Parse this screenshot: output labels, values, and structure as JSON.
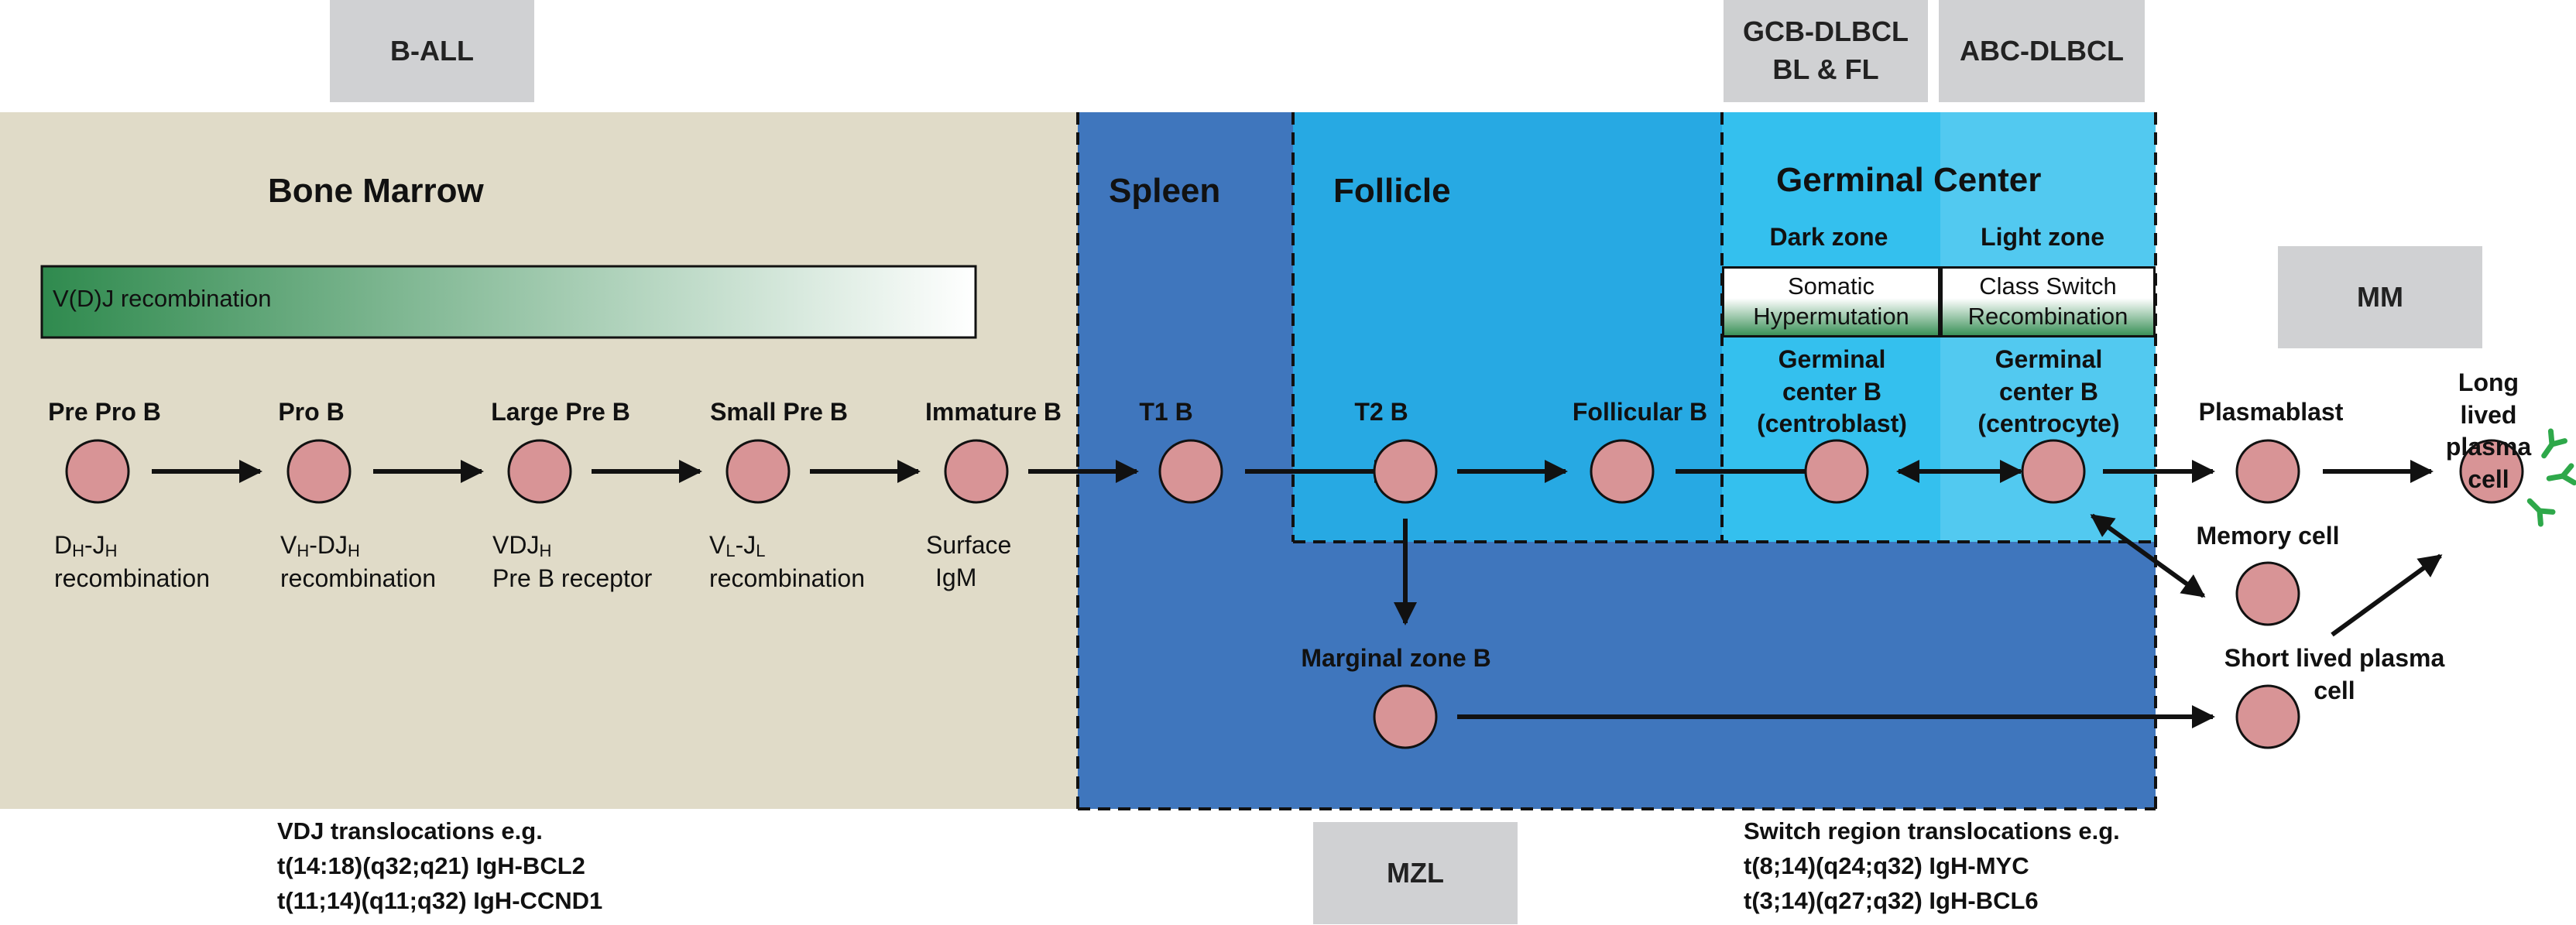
{
  "top_boxes": {
    "ball": "B-ALL",
    "gcb": "GCB-DLBCL\nBL & FL",
    "abc": "ABC-DLBCL"
  },
  "side_boxes": {
    "mm": "MM",
    "mzl": "MZL"
  },
  "regions": {
    "bone_marrow": "Bone Marrow",
    "spleen": "Spleen",
    "follicle": "Follicle",
    "germinal_center": "Germinal Center",
    "dark_zone": "Dark zone",
    "light_zone": "Light zone"
  },
  "processes": {
    "vdj": "V(D)J recombination",
    "shm": "Somatic\nHypermutation",
    "csr": "Class Switch\nRecombination"
  },
  "cells": {
    "prepro": "Pre Pro B",
    "pro": "Pro B",
    "large_pre": "Large Pre B",
    "small_pre": "Small Pre B",
    "immature": "Immature B",
    "t1": "T1 B",
    "t2": "T2 B",
    "follicular": "Follicular B",
    "gc_centroblast": "Germinal\ncenter B\n(centroblast)",
    "gc_centrocyte": "Germinal\ncenter B\n(centrocyte)",
    "plasmablast": "Plasmablast",
    "long_lived": "Long lived\nplasma cell",
    "memory": "Memory cell",
    "short_lived": "Short lived plasma cell",
    "marginal": "Marginal zone B"
  },
  "sublabels": {
    "prepro": {
      "l1_a": "D",
      "l1_a_sub": "H",
      "l1_b": "-J",
      "l1_b_sub": "H",
      "l2": "recombination"
    },
    "pro": {
      "l1_a": "V",
      "l1_a_sub": "H",
      "l1_b": "-DJ",
      "l1_b_sub": "H",
      "l2": "recombination"
    },
    "large_pre": {
      "l1_a": "VDJ",
      "l1_a_sub": "H",
      "l2": "Pre B receptor"
    },
    "small_pre": {
      "l1_a": "V",
      "l1_a_sub": "L",
      "l1_b": "-J",
      "l1_b_sub": "L",
      "l2": "recombination"
    },
    "immature": {
      "l1": "Surface",
      "l2": "IgM"
    }
  },
  "translocations": {
    "vdj": "VDJ translocations e.g.\nt(14:18)(q32;q21) IgH-BCL2\nt(11;14)(q11;q32) IgH-CCND1",
    "switch": "Switch region translocations e.g.\nt(8;14)(q24;q32) IgH-MYC\nt(3;14)(q27;q32) IgH-BCL6"
  },
  "colors": {
    "bone_marrow": "#e0dbc8",
    "spleen": "#3f76bd",
    "follicle": "#27a9e3",
    "dark_zone": "#34c0ee",
    "light_zone": "#52c9f0",
    "cell_fill": "#d89496",
    "antibody": "#2ea84a",
    "gray_box": "#d0d1d3",
    "vdj_gradient_start": "#2f8a4e",
    "vdj_gradient_end": "#ffffff"
  },
  "icons": {
    "antibody": "antibody-y-icon",
    "arrow": "arrow-icon",
    "cell": "cell-circle-icon"
  }
}
